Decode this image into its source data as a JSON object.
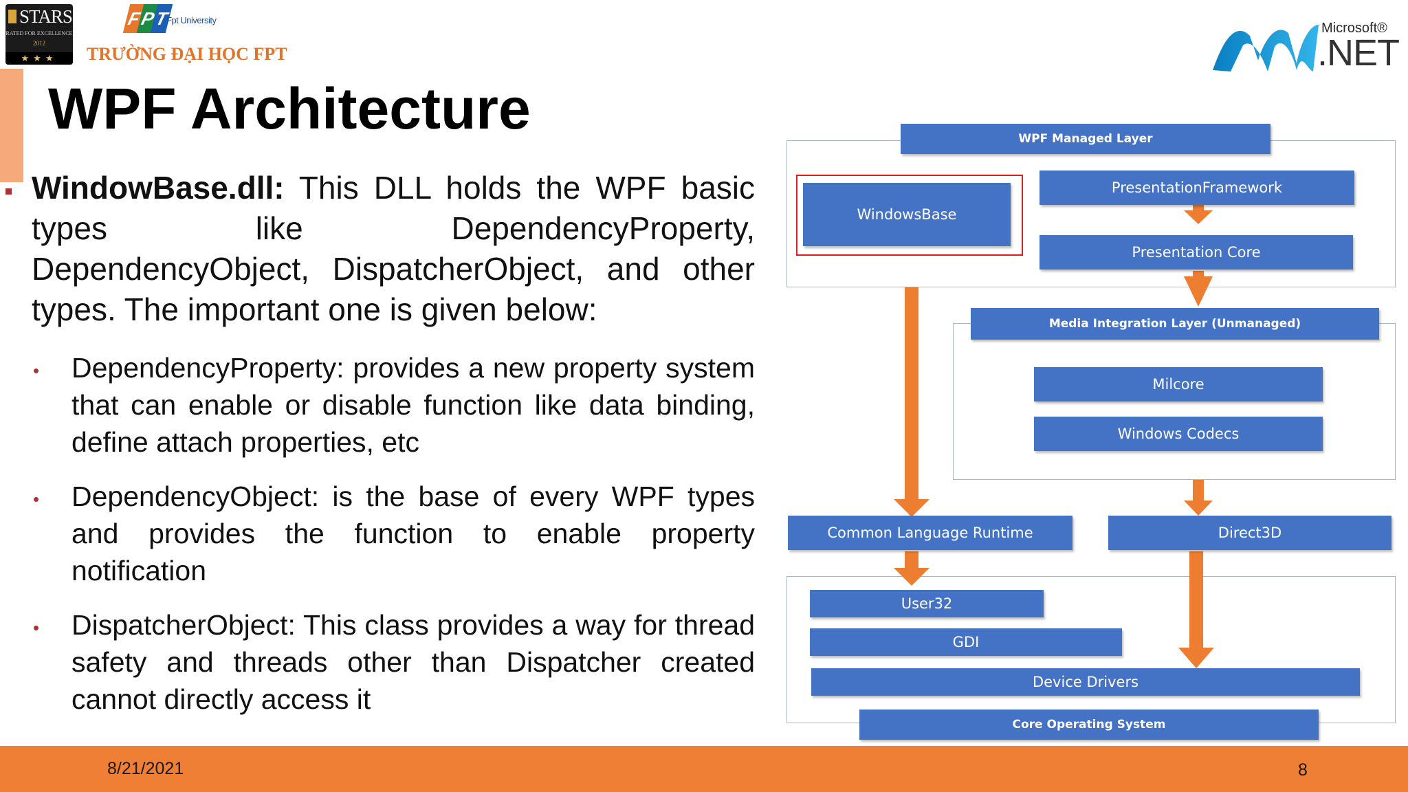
{
  "header": {
    "stars_logo": {
      "word": "STARS",
      "subtitle": "RATED FOR EXCELLENCE",
      "year": "2012",
      "stars": "★★★"
    },
    "fpt_logo": {
      "letters": [
        "F",
        "P",
        "T"
      ],
      "caption": "Fpt University",
      "name": "TRƯỜNG ĐẠI HỌC FPT"
    },
    "net_logo": {
      "brand": "Microsoft®",
      "word": ".NET"
    }
  },
  "slide": {
    "title": "WPF Architecture",
    "main_point": {
      "term": "WindowBase.dll:",
      "text": " This DLL holds the WPF basic types like DependencyProperty, DependencyObject, DispatcherObject, and other types. The important one is given below:"
    },
    "sub_points": [
      "DependencyProperty: provides a new property system that can enable or disable function like data binding, define attach properties, etc",
      "DependencyObject: is the base of every WPF types and provides the function to enable property notification",
      "DispatcherObject: This class provides a way for thread safety and threads other than Dispatcher created cannot directly access it"
    ]
  },
  "diagram": {
    "blocks": {
      "wpf_managed_layer": "WPF Managed Layer",
      "windows_base": "WindowsBase",
      "presentation_framework": "PresentationFramework",
      "presentation_core": "Presentation Core",
      "media_integration_layer": "Media Integration Layer (Unmanaged)",
      "milcore": "Milcore",
      "windows_codecs": "Windows Codecs",
      "clr": "Common Language Runtime",
      "direct3d": "Direct3D",
      "user32": "User32",
      "gdi": "GDI",
      "device_drivers": "Device Drivers",
      "core_os": "Core Operating System"
    },
    "colors": {
      "block": "#4472c4",
      "arrow": "#ed7d31",
      "highlight": "#e01b1b",
      "frame": "#a8b6cc"
    }
  },
  "footer": {
    "date": "8/21/2021",
    "page": "8",
    "bar_color": "#ef7f34"
  }
}
